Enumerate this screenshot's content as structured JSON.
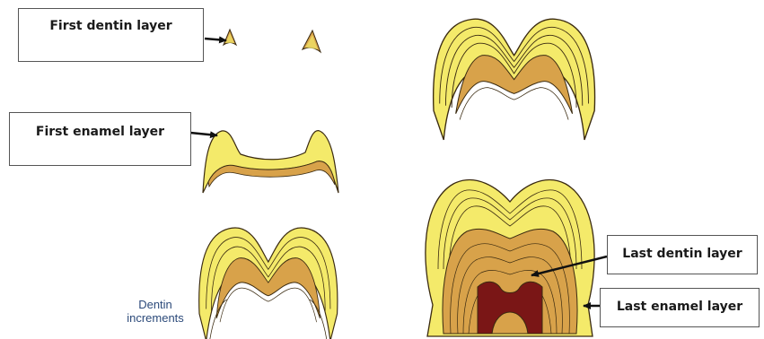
{
  "labels": {
    "first_dentin": "First dentin layer",
    "first_enamel": "First enamel layer",
    "dentin_increments_1": "Dentin",
    "dentin_increments_2": "increments",
    "last_dentin": "Last dentin layer",
    "last_enamel": "Last enamel layer"
  },
  "colors": {
    "enamel": "#f4ea6a",
    "dentin": "#d8a24a",
    "outline": "#3a2a10",
    "pulp": "#7a1616",
    "arrow": "#111111"
  }
}
